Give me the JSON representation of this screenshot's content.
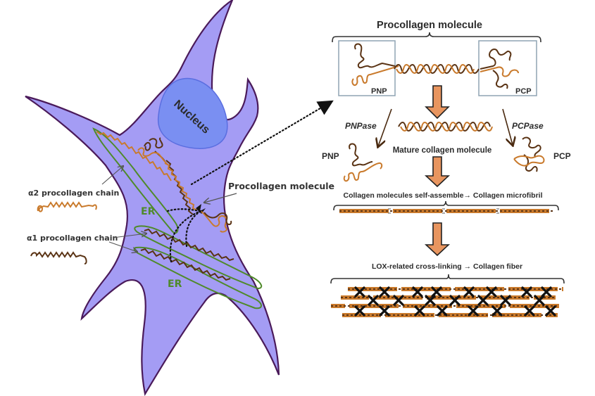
{
  "cell_labels": {
    "nucleus": "Nucleus",
    "er_upper": "ER",
    "er_lower": "ER",
    "procollagen_molecule": "Procollagen molecule",
    "alpha2_chain": "α2 procollagen chain",
    "alpha1_chain": "α1 procollagen chain"
  },
  "pathway": {
    "title": "Procollagen molecule",
    "pnp_box_label": "PNP",
    "pcp_box_label": "PCP",
    "pnpase": "PNPase",
    "pcpase": "PCPase",
    "pnp_released": "PNP",
    "pcp_released": "PCP",
    "mature": "Mature collagen molecule",
    "self_assembly": "Collagen molecules self-assemble→ Collagen microfibril",
    "crosslinking": "LOX-related cross-linking → Collagen fiber"
  },
  "colors": {
    "cell_fill": "#a49cf4",
    "cell_outline": "#4a1a5a",
    "nucleus_fill": "#7a8ff2",
    "nucleus_outline": "#5a6ee0",
    "er_outline": "#4f8a2a",
    "alpha1": "#5a3314",
    "alpha2": "#c97a2c",
    "arrow_fill": "#e8955f",
    "er_text": "#4f8a2a"
  }
}
